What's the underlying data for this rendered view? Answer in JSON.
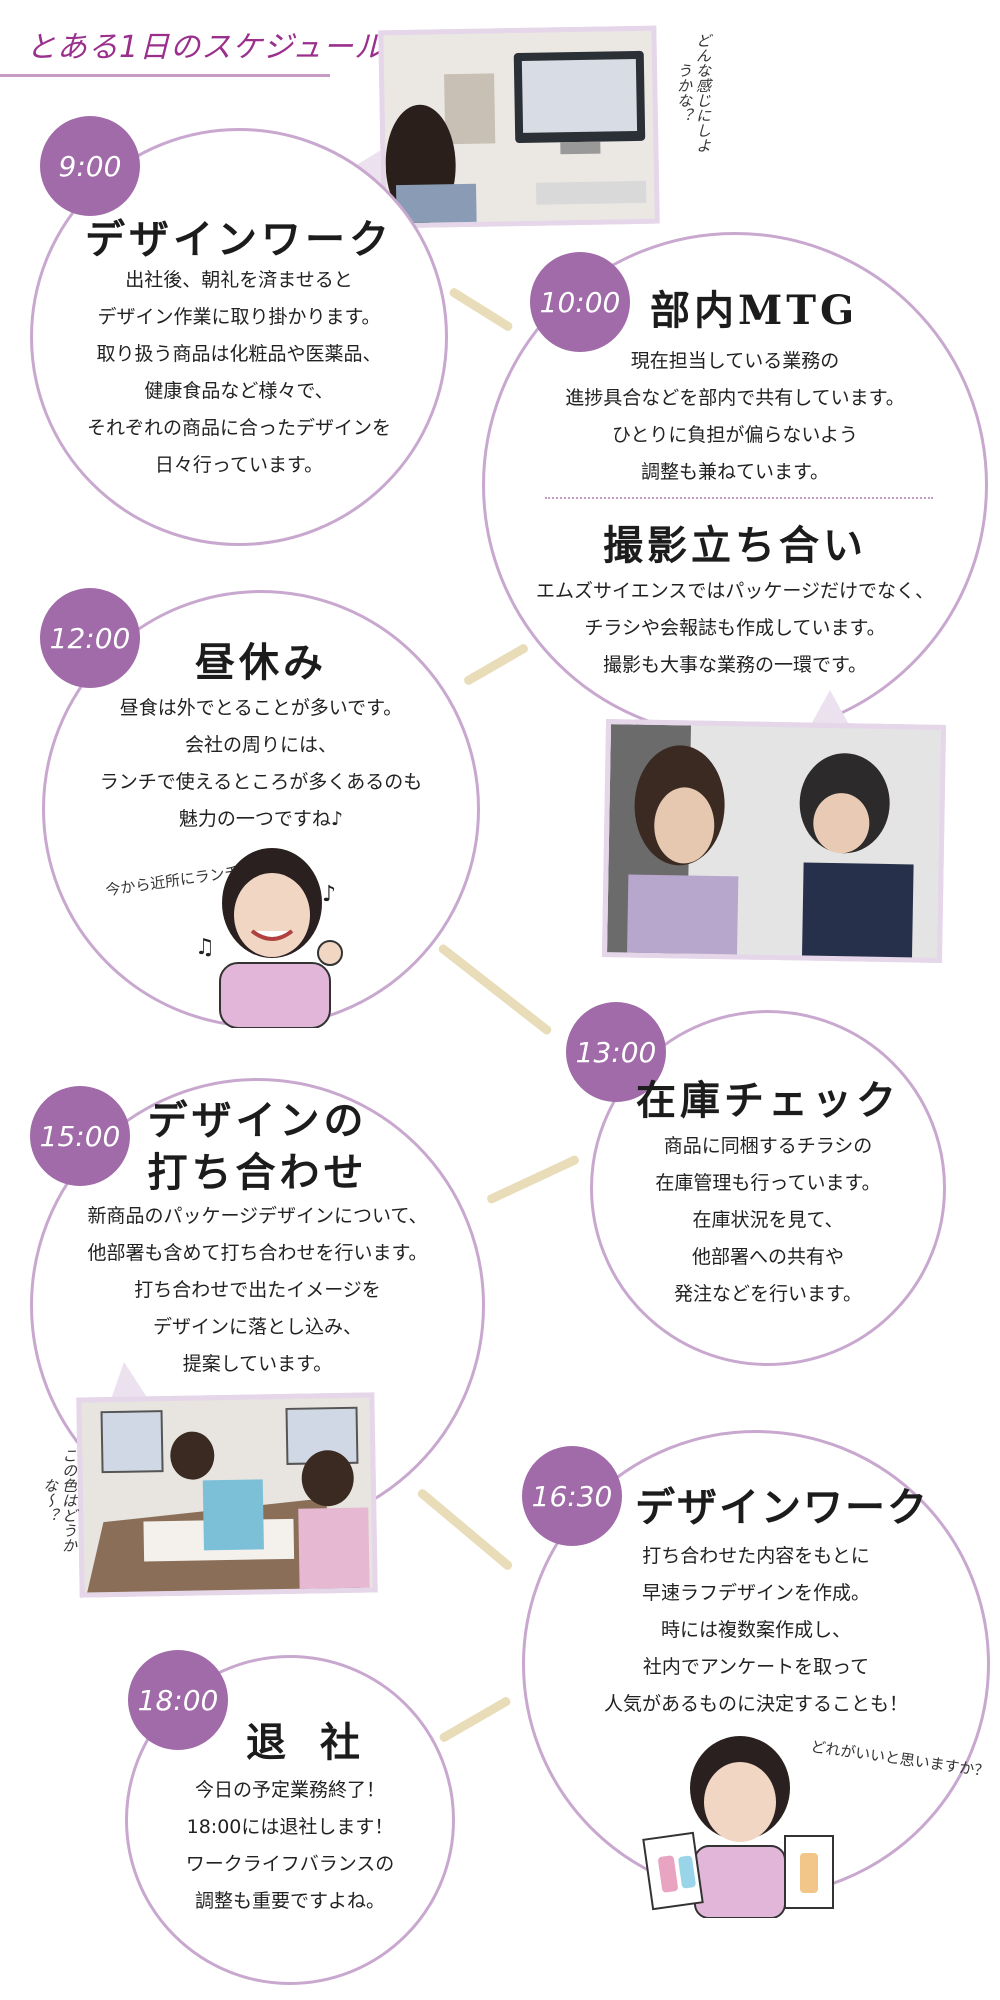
{
  "page_title": "とある1日のスケジュール",
  "photo_captions": {
    "monitor": "どんな感じにしようかな？",
    "meeting": "この色はどうかな〜？"
  },
  "schedule": [
    {
      "time": "9:00",
      "title": "デザインワーク",
      "body": "出社後、朝礼を済ませると\nデザイン作業に取り掛かります。\n取り扱う商品は化粧品や医薬品、\n健康食品など様々で、\nそれぞれの商品に合ったデザインを\n日々行っています。"
    },
    {
      "time": "10:00",
      "title": "部内MTG",
      "body": "現在担当している業務の\n進捗具合などを部内で共有しています。\nひとりに負担が偏らないよう\n調整も兼ねています。",
      "sub_title": "撮影立ち合い",
      "sub_body": "エムズサイエンスではパッケージだけでなく、\nチラシや会報誌も作成しています。\n撮影も大事な業務の一環です。"
    },
    {
      "time": "12:00",
      "title": "昼休み",
      "body": "昼食は外でとることが多いです。\n会社の周りには、\nランチで使えるところが多くあるのも\n魅力の一つですね♪",
      "note": "今から近所にランチ"
    },
    {
      "time": "13:00",
      "title": "在庫チェック",
      "body": "商品に同梱するチラシの\n在庫管理も行っています。\n在庫状況を見て、\n他部署への共有や\n発注などを行います。"
    },
    {
      "time": "15:00",
      "title": "デザインの\n打ち合わせ",
      "body": "新商品のパッケージデザインについて、\n他部署も含めて打ち合わせを行います。\n打ち合わせで出たイメージを\nデザインに落とし込み、\n提案しています。"
    },
    {
      "time": "16:30",
      "title": "デザインワーク",
      "body": "打ち合わせた内容をもとに\n早速ラフデザインを作成。\n時には複数案作成し、\n社内でアンケートを取って\n人気があるものに決定することも！",
      "note": "どれがいいと思いますか？"
    },
    {
      "time": "18:00",
      "title": "退 社",
      "body": "今日の予定業務終了！\n18:00には退社します！\nワークライフバランスの\n調整も重要ですよね。"
    }
  ],
  "colors": {
    "accent": "#a06ba8",
    "circle_border": "#c9a8cf",
    "connector": "#e8dcb9",
    "title": "#9a2f8c"
  }
}
